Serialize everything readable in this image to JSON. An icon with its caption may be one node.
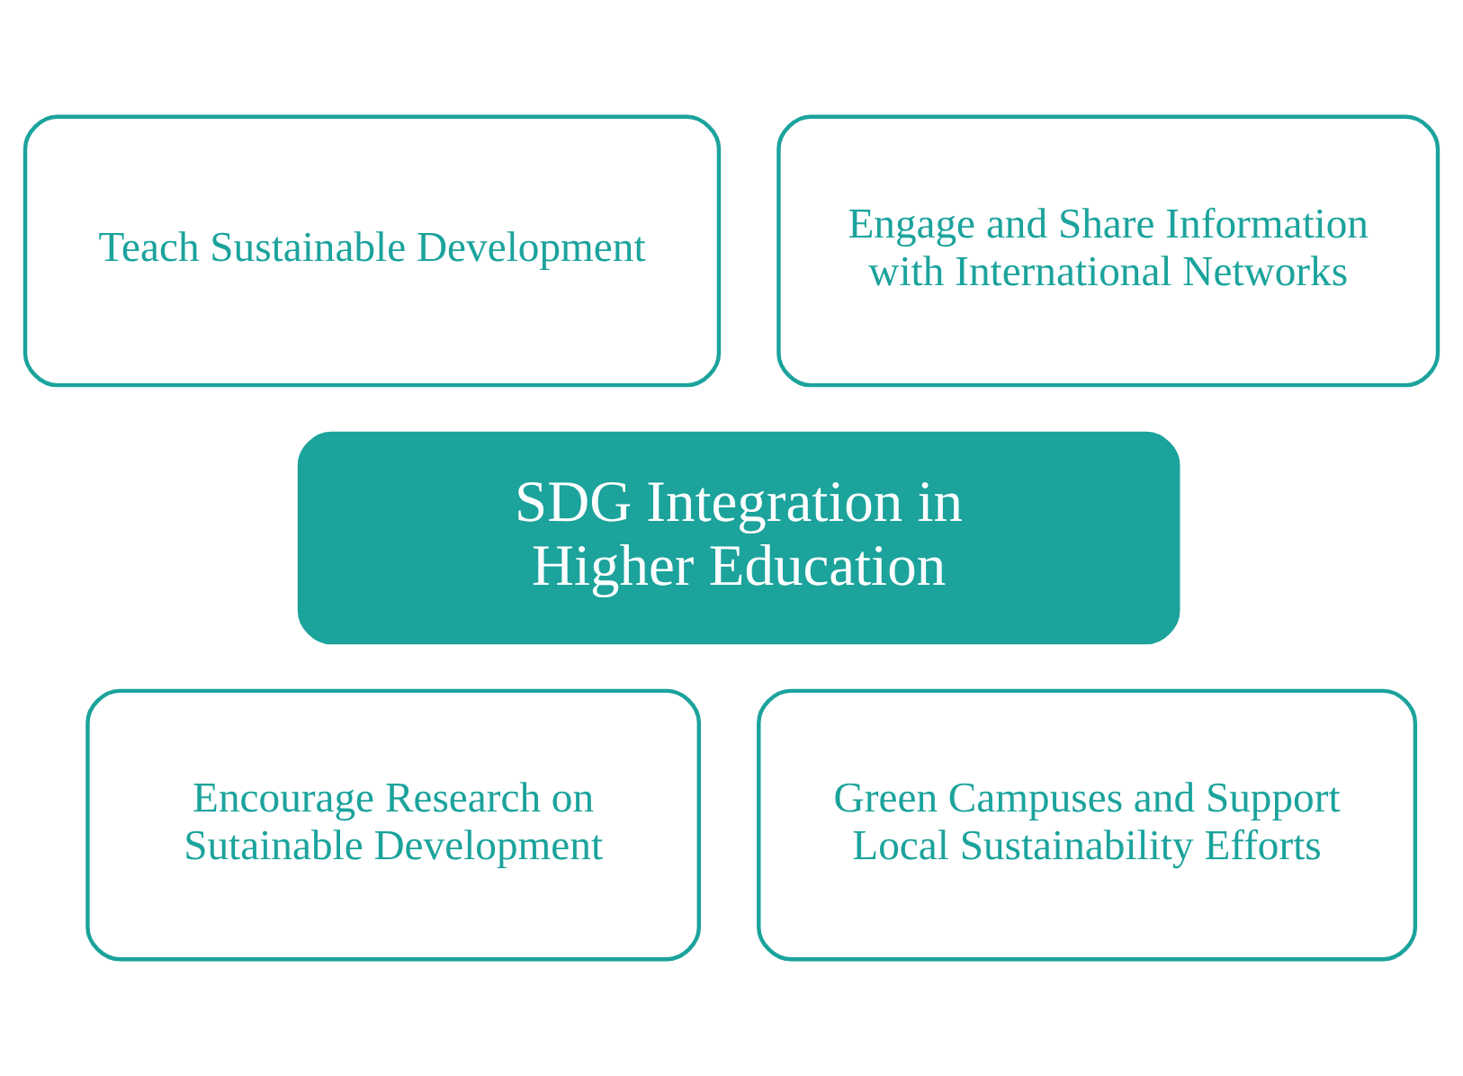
{
  "diagram": {
    "nodes": [
      {
        "text": [
          "Teach Sustainable Development"
        ]
      },
      {
        "text": [
          "Engage and Share Information with International Networks"
        ]
      },
      {
        "text": [
          "SDG Integration in Higher Education"
        ]
      },
      {
        "text": [
          "Encourage Research on Sutainable Development"
        ]
      },
      {
        "text": [
          "Green Campuses and Support Local Sustainability Efforts"
        ]
      }
    ]
  }
}
